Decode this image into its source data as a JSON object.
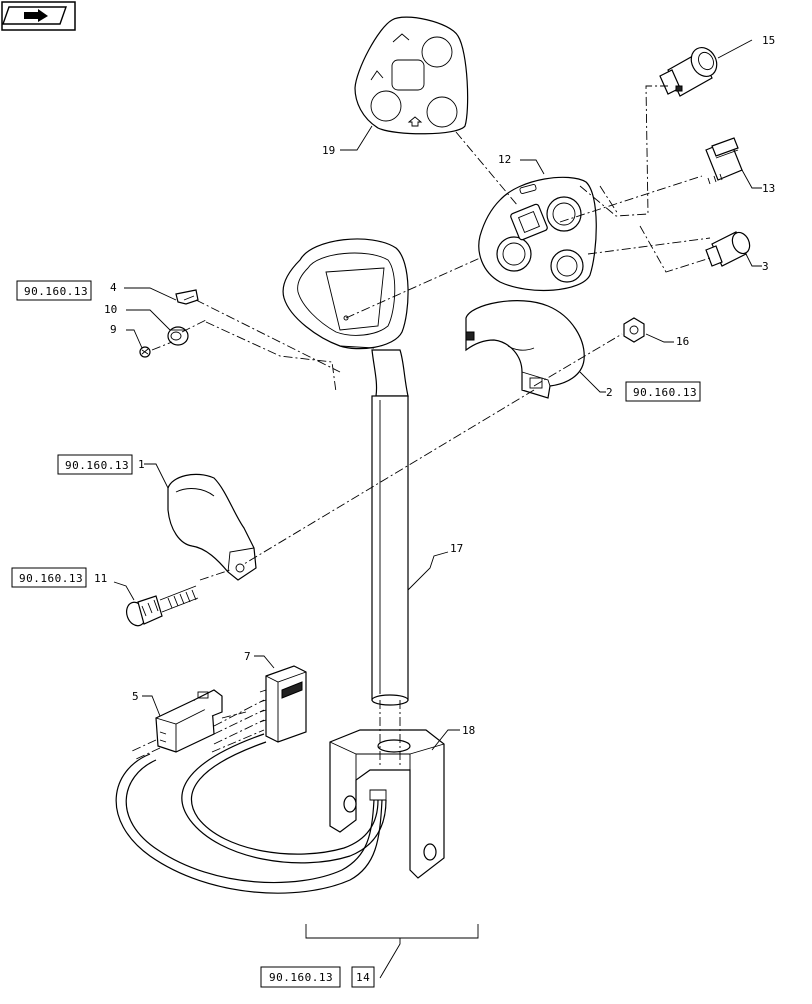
{
  "nav": {
    "icon": "next-page-arrow-icon"
  },
  "references": {
    "r1": "90.160.13",
    "r2": "90.160.13",
    "r3": "90.160.13",
    "r4": "90.160.13",
    "r5": "90.160.13"
  },
  "callouts": {
    "c1": "1",
    "c2": "2",
    "c3": "3",
    "c4": "4",
    "c5": "5",
    "c7": "7",
    "c9": "9",
    "c10": "10",
    "c11": "11",
    "c12": "12",
    "c13": "13",
    "c14": "14",
    "c15": "15",
    "c16": "16",
    "c17": "17",
    "c18": "18",
    "c19": "19"
  }
}
